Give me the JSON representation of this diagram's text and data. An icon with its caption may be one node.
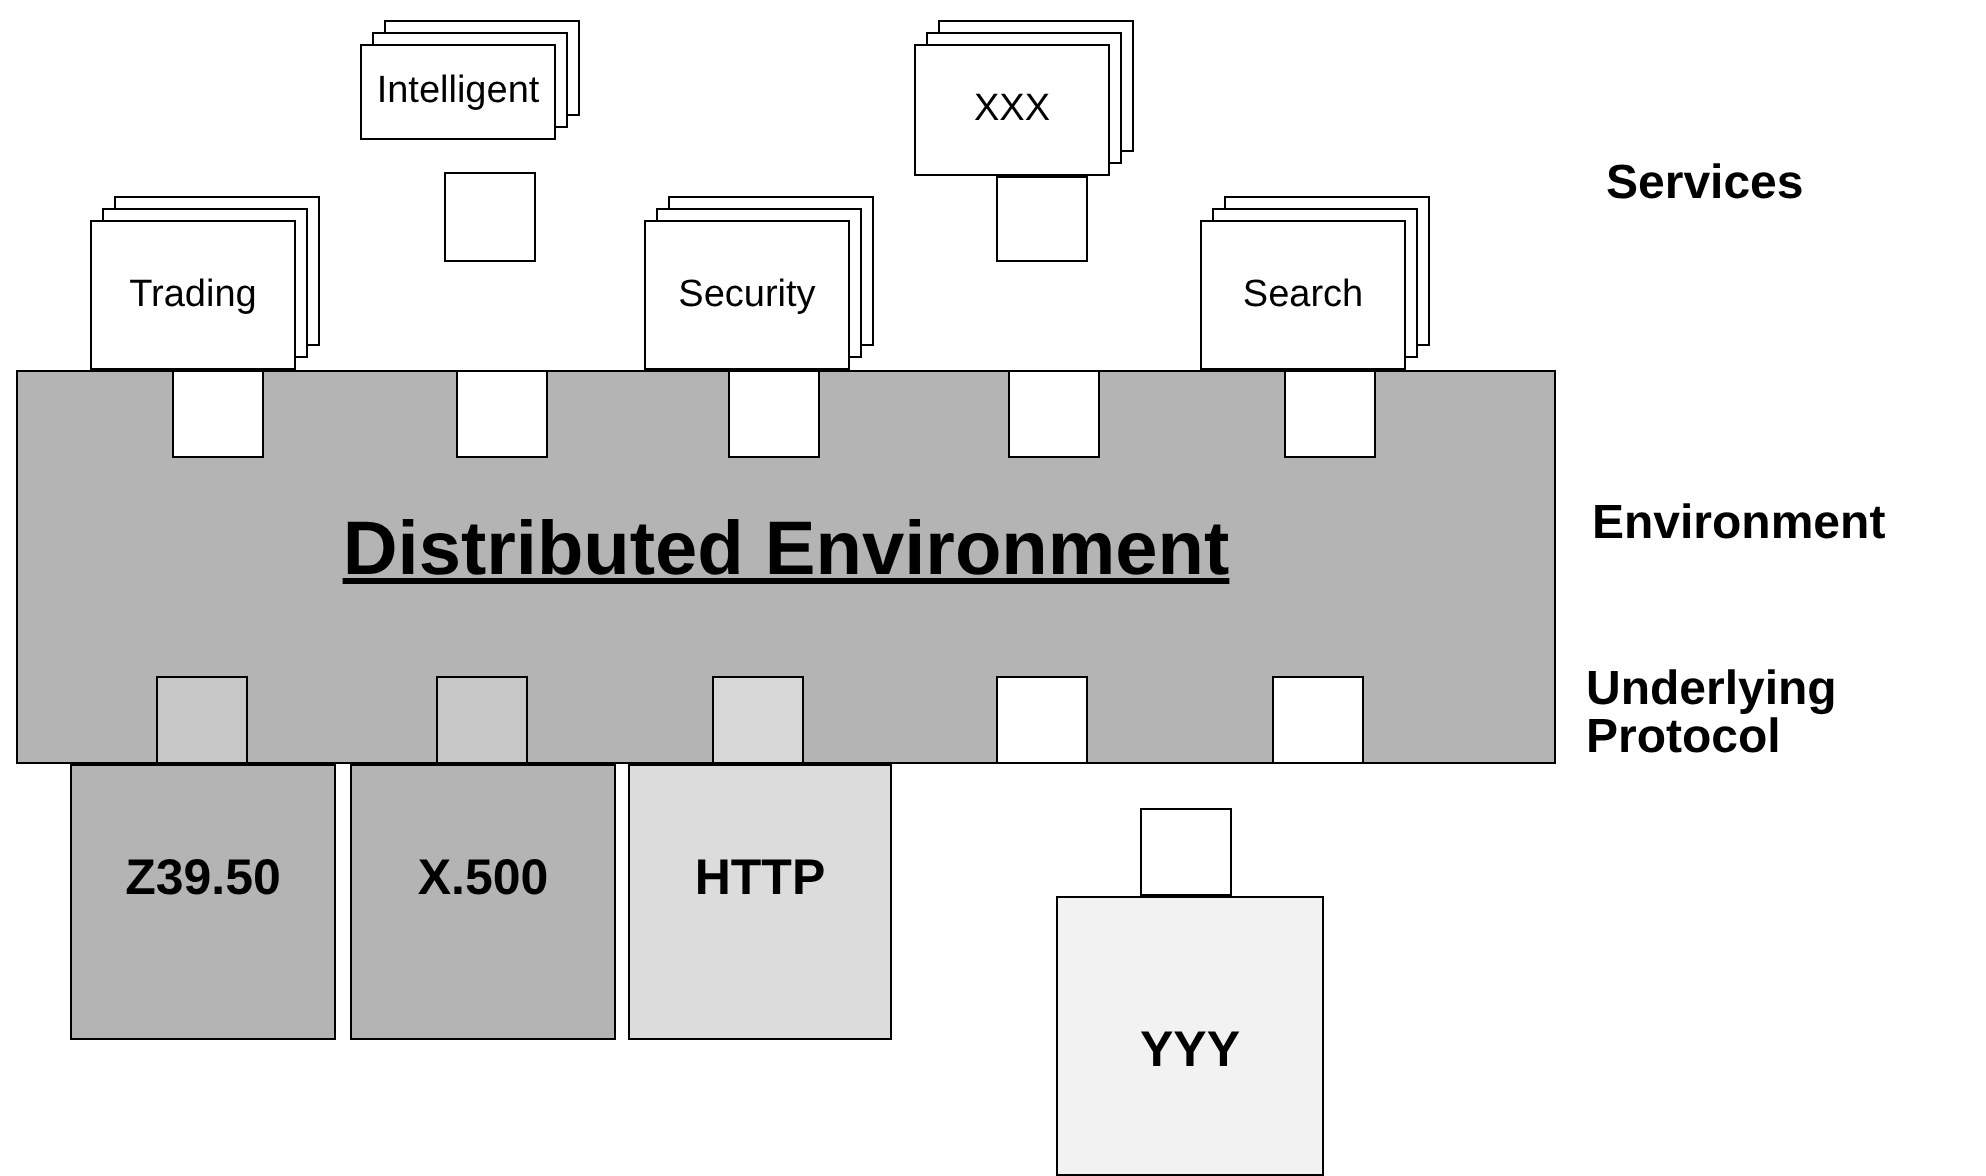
{
  "diagram": {
    "nodes": [
      {
        "text": [
          "Intelligent"
        ]
      },
      {
        "text": [
          "XXX"
        ]
      },
      {
        "text": [
          "Trading"
        ]
      },
      {
        "text": [
          "Security"
        ]
      },
      {
        "text": [
          "Search"
        ]
      },
      {
        "text": [
          "Distributed Environment"
        ]
      },
      {
        "text": [
          "Z39.50"
        ]
      },
      {
        "text": [
          "X.500"
        ]
      },
      {
        "text": [
          "HTTP"
        ]
      },
      {
        "text": [
          "YYY"
        ]
      }
    ],
    "labels": [
      "Services",
      "Environment",
      "Underlying Protocol"
    ]
  }
}
